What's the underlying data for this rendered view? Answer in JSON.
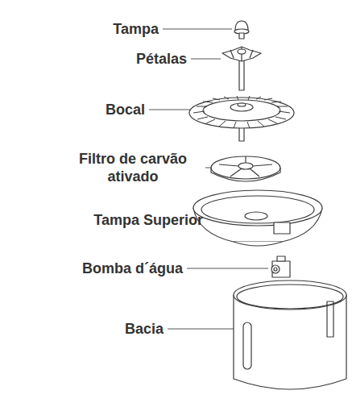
{
  "diagram": {
    "labels": [
      "Tampa",
      "Pétalas",
      "Bocal",
      "Filtro de carvão ativado",
      "Tampa Superior",
      "Bomba d´água",
      "Bacia"
    ]
  }
}
